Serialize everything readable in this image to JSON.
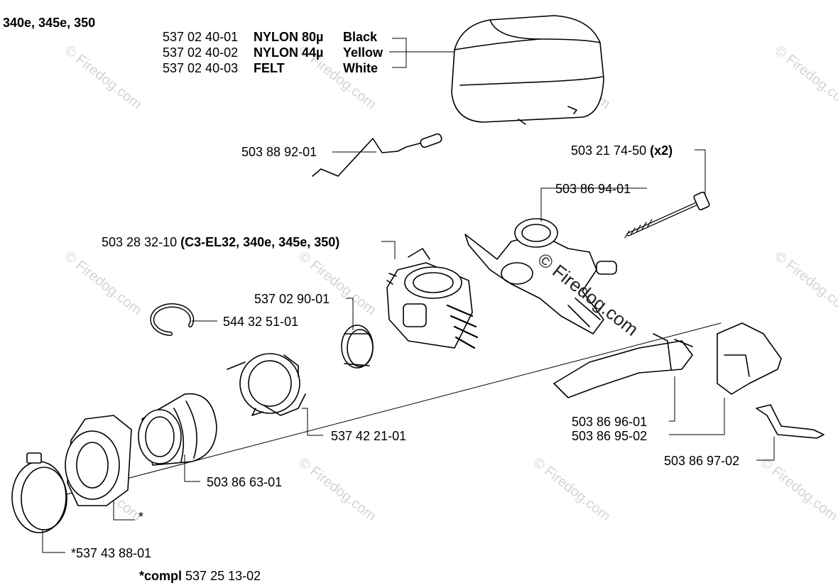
{
  "diagram": {
    "title": "340e, 345e, 350",
    "air_filter": [
      {
        "part": "537 02 40-01",
        "material": "NYLON 80µ",
        "color": "Black"
      },
      {
        "part": "537 02 40-02",
        "material": "NYLON 44µ",
        "color": "Yellow"
      },
      {
        "part": "537 02 40-03",
        "material": "FELT",
        "color": "White"
      }
    ],
    "labels": {
      "wire": "503 88 92-01",
      "screw": "503 21 74-50",
      "screw_qty": "(x2)",
      "manifold": "503 86 94-01",
      "carb": "503 28 32-10",
      "carb_note": "(C3-EL32, 340e, 345e, 350)",
      "gasket": "537 02 90-01",
      "ring": "544 32 51-01",
      "clamp_bracket": "537 42 21-01",
      "intake_boot": "503 86 63-01",
      "star": "*",
      "clamp": "*537 43 88-01",
      "compl_prefix": "*compl",
      "compl_part": "537 25 13-02",
      "lever_a": "503 86 96-01",
      "lever_b": "503 86 95-02",
      "bracket_clip": "503 86 97-02"
    },
    "watermark": "© Firedog.com"
  }
}
